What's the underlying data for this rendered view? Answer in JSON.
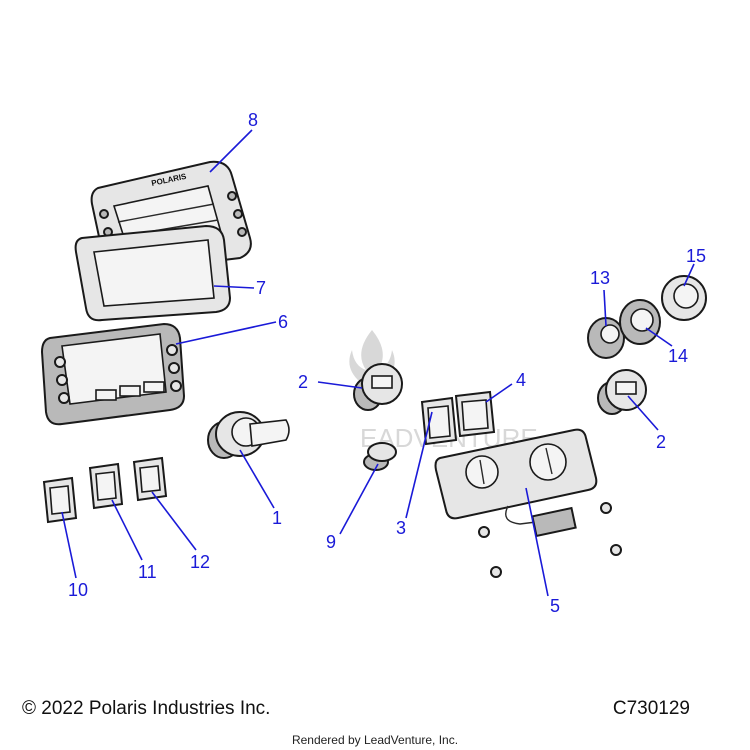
{
  "footer": {
    "copyright": "© 2022 Polaris Industries Inc.",
    "drawing_number": "C730129",
    "rendered_by": "Rendered by LeadVenture, Inc."
  },
  "watermark": {
    "text": "EADVENTURE"
  },
  "parts": {
    "gauge_bezel": {
      "label": "POLARIS"
    }
  },
  "callouts": [
    {
      "id": "1",
      "label": "1"
    },
    {
      "id": "2a",
      "label": "2"
    },
    {
      "id": "2b",
      "label": "2"
    },
    {
      "id": "3",
      "label": "3"
    },
    {
      "id": "4",
      "label": "4"
    },
    {
      "id": "5",
      "label": "5"
    },
    {
      "id": "6",
      "label": "6"
    },
    {
      "id": "7",
      "label": "7"
    },
    {
      "id": "8",
      "label": "8"
    },
    {
      "id": "9",
      "label": "9"
    },
    {
      "id": "10",
      "label": "10"
    },
    {
      "id": "11",
      "label": "11"
    },
    {
      "id": "12",
      "label": "12"
    },
    {
      "id": "13",
      "label": "13"
    },
    {
      "id": "14",
      "label": "14"
    },
    {
      "id": "15",
      "label": "15"
    }
  ],
  "colors": {
    "callout": "#1a1ad8",
    "line_art": "#1a1a1a"
  }
}
